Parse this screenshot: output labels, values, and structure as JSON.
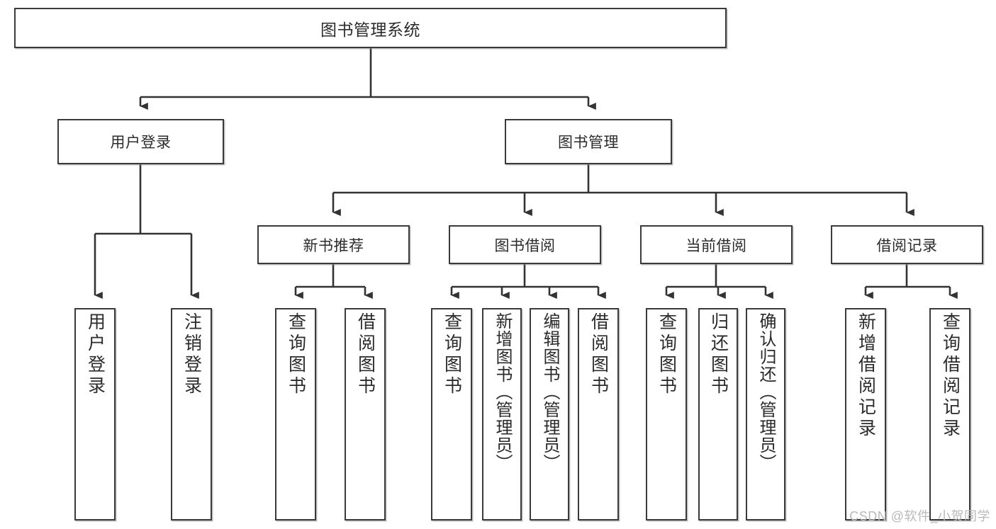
{
  "diagram": {
    "title": "图书管理系统",
    "type": "功能结构图",
    "colors": {
      "background": "#ffffff",
      "box_border": "#3a3a3a",
      "box_fill": "#ffffff",
      "text": "#2b2b2b",
      "connector": "#333333",
      "watermark": "#b9b9b9"
    }
  },
  "root": {
    "label": "图书管理系统"
  },
  "level2": [
    {
      "id": "user-login",
      "label": "用户登录"
    },
    {
      "id": "book-manage",
      "label": "图书管理"
    }
  ],
  "level3": [
    {
      "id": "newbook",
      "label": "新书推荐"
    },
    {
      "id": "borrow",
      "label": "图书借阅"
    },
    {
      "id": "current",
      "label": "当前借阅"
    },
    {
      "id": "record",
      "label": "借阅记录"
    }
  ],
  "leaves": [
    {
      "id": "user-login-leaf",
      "parent": "user-login",
      "label": "用户登录"
    },
    {
      "id": "logout-leaf",
      "parent": "user-login",
      "label": "注销登录"
    },
    {
      "id": "query-book-1",
      "parent": "newbook",
      "label": "查询图书"
    },
    {
      "id": "borrow-book-1",
      "parent": "newbook",
      "label": "借阅图书"
    },
    {
      "id": "query-book-2",
      "parent": "borrow",
      "label": "查询图书"
    },
    {
      "id": "add-book",
      "parent": "borrow",
      "label": "新增图书（管理员）"
    },
    {
      "id": "edit-book",
      "parent": "borrow",
      "label": "编辑图书（管理员）"
    },
    {
      "id": "borrow-book-2",
      "parent": "borrow",
      "label": "借阅图书"
    },
    {
      "id": "query-book-3",
      "parent": "current",
      "label": "查询图书"
    },
    {
      "id": "return-book",
      "parent": "current",
      "label": "归还图书"
    },
    {
      "id": "confirm-return",
      "parent": "current",
      "label": "确认归还（管理员）"
    },
    {
      "id": "add-record",
      "parent": "record",
      "label": "新增借阅记录"
    },
    {
      "id": "query-record",
      "parent": "record",
      "label": "查询借阅记录"
    }
  ],
  "watermark": {
    "text": "CSDN @软件_小贺同学"
  }
}
